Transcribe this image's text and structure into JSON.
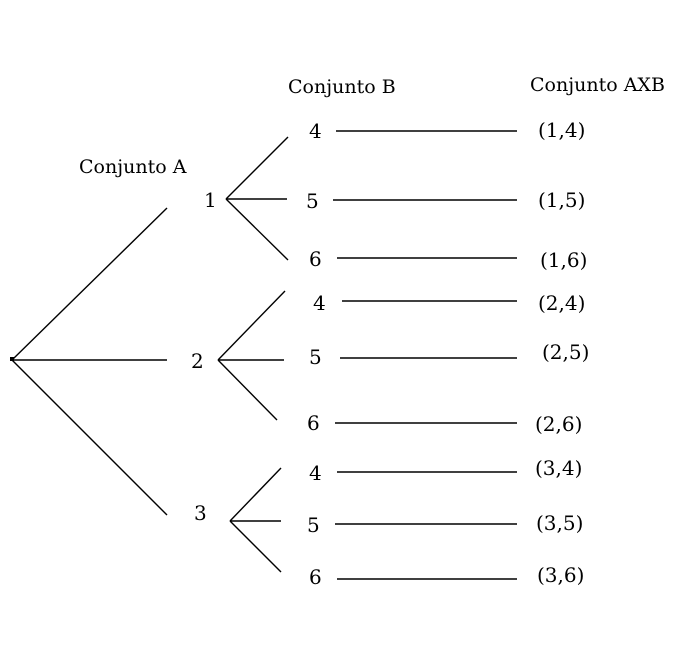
{
  "headers": {
    "set_a": "Conjunto A",
    "set_b": "Conjunto B",
    "product": "Conjunto AXB"
  },
  "set_a": [
    "1",
    "2",
    "3"
  ],
  "set_b": [
    "4",
    "5",
    "6"
  ],
  "pairs": [
    [
      "(1,4)",
      "(1,5)",
      "(1,6)"
    ],
    [
      "(2,4)",
      "(2,5)",
      "(2,6)"
    ],
    [
      "(3,4)",
      "(3,5)",
      "(3,6)"
    ]
  ]
}
